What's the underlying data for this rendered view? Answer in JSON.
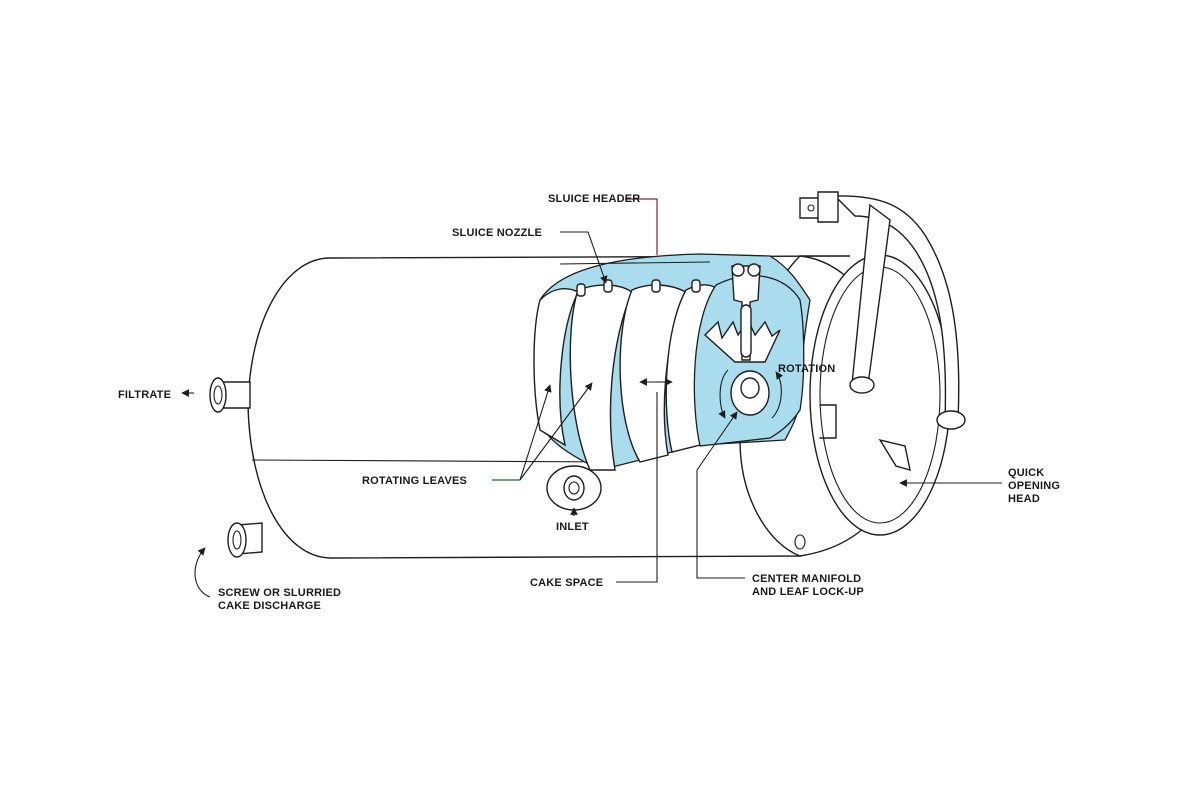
{
  "diagram": {
    "labels": {
      "sluice_header": "SLUICE HEADER",
      "sluice_nozzle": "SLUICE NOZZLE",
      "filtrate": "FILTRATE",
      "rotation": "ROTATION",
      "rotating_leaves": "ROTATING LEAVES",
      "inlet": "INLET",
      "quick_opening_head_1": "QUICK",
      "quick_opening_head_2": "OPENING",
      "quick_opening_head_3": "HEAD",
      "screw_discharge_1": "SCREW OR SLURRIED",
      "screw_discharge_2": "CAKE DISCHARGE",
      "cake_space": "CAKE SPACE",
      "center_manifold_1": "CENTER MANIFOLD",
      "center_manifold_2": "AND LEAF LOCK-UP"
    },
    "colors": {
      "cutaway_fill": "#a9dcec",
      "line": "#1e1e1e",
      "leader_red": "#7a2a3a",
      "leader_green": "#1f6b3a"
    }
  }
}
